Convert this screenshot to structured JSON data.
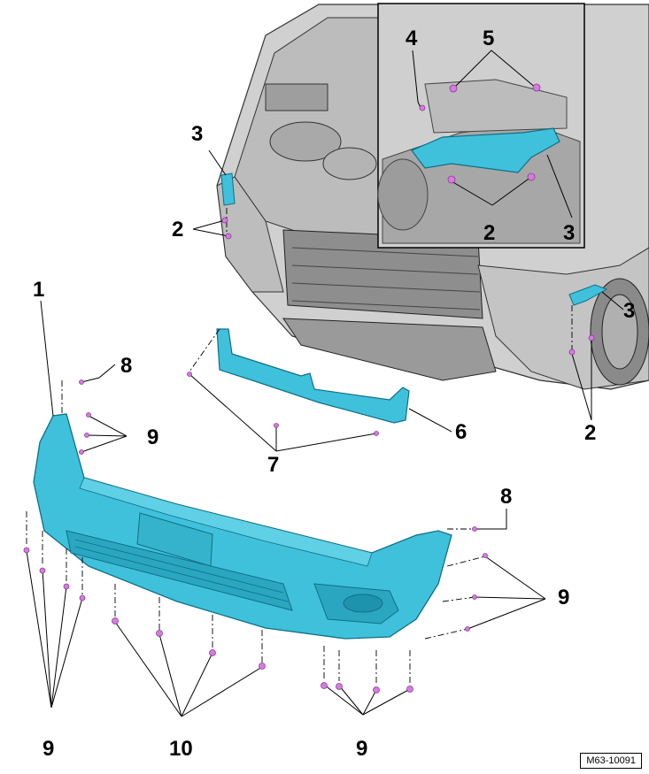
{
  "figure": {
    "reference_code": "M63-10091",
    "colors": {
      "part_highlight": "#3fc1dc",
      "fastener": "#d77be0",
      "engine_bay": "#c8c8c8",
      "outline": "#000000"
    }
  },
  "callouts": {
    "c1": "1",
    "c2_left": "2",
    "c2_inset": "2",
    "c2_right": "2",
    "c3_left": "3",
    "c3_inset": "3",
    "c3_right": "3",
    "c4": "4",
    "c5": "5",
    "c6": "6",
    "c7": "7",
    "c8_left": "8",
    "c8_right": "8",
    "c9_upper_left": "9",
    "c9_right": "9",
    "c9_bottom_left": "9",
    "c9_bottom_right": "9",
    "c10": "10"
  }
}
